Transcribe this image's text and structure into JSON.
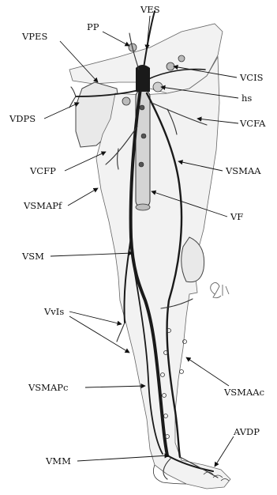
{
  "labels": {
    "ves": "VES",
    "pp": "PP",
    "vpes": "VPES",
    "vcis": "VCIS",
    "hs": "hs",
    "vdps": "VDPS",
    "vcfa": "VCFA",
    "vcfp": "VCFP",
    "vsmaa": "VSMAA",
    "vsmapf": "VSMAPf",
    "vf": "VF",
    "vsm": "VSM",
    "vvls": "VvIs",
    "vsmapc": "VSMAPc",
    "vsmaac": "VSMAAc",
    "avdp": "AVDP",
    "vmm": "VMM"
  },
  "signature": "SM"
}
